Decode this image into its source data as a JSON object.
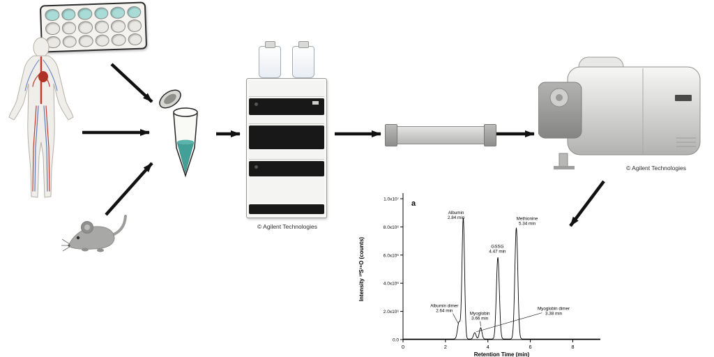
{
  "colors": {
    "arrow": "#111111",
    "tube_liquid": "#47a29a",
    "well_teal": "#a9dbd7",
    "instrument_gray": "#c9c9c7"
  },
  "captions": {
    "hplc": "© Agilent Technologies",
    "ms": "© Agilent Technologies"
  },
  "plate": {
    "rows": 3,
    "cols": 6,
    "teal_rows": 1
  },
  "chart_data": {
    "type": "line",
    "panel_label": "a",
    "title": "",
    "xlabel": "Retention Time (min)",
    "ylabel": "Intensity ³²S¹⁶O (counts)",
    "xlim": [
      0,
      9.3
    ],
    "ylim": [
      0,
      10000000
    ],
    "xticks": [
      0,
      2,
      4,
      6,
      8
    ],
    "ytick_values": [
      0,
      2000000,
      4000000,
      6000000,
      8000000,
      10000000
    ],
    "ytick_labels": [
      "0.0",
      "2.0x10⁶",
      "4.0x10⁶",
      "6.0x10⁶",
      "8.0x10⁶",
      "1.0x10⁷"
    ],
    "baseline": 40000,
    "grid": false,
    "legend": "none",
    "peaks": [
      {
        "name": "Albumin dimer",
        "rt": 2.64,
        "rt_label": "2.64 min",
        "intensity": 1200000,
        "sigma": 0.07,
        "label_x": 1.95,
        "label_y": 2300000,
        "pointer": {
          "x1": 2.35,
          "y1": 1850000,
          "x2": 2.6,
          "y2": 1150000
        }
      },
      {
        "name": "Albumin",
        "rt": 2.84,
        "rt_label": "2.84 min",
        "intensity": 8600000,
        "sigma": 0.06,
        "label_x": 2.5,
        "label_y": 8900000
      },
      {
        "name": "Myoglobin dimer",
        "rt": 3.38,
        "rt_label": "3.38 min",
        "intensity": 450000,
        "sigma": 0.06,
        "label_x": 7.1,
        "label_y": 2100000,
        "pointer": {
          "x1": 6.55,
          "y1": 1900000,
          "x2": 3.45,
          "y2": 550000
        }
      },
      {
        "name": "Myoglobin",
        "rt": 3.66,
        "rt_label": "3.66 min",
        "intensity": 800000,
        "sigma": 0.06,
        "label_x": 3.62,
        "label_y": 1750000,
        "pointer": {
          "x1": 3.64,
          "y1": 1300000,
          "x2": 3.66,
          "y2": 950000
        }
      },
      {
        "name": "GSSG",
        "rt": 4.47,
        "rt_label": "4.47 min",
        "intensity": 5800000,
        "sigma": 0.07,
        "label_x": 4.45,
        "label_y": 6500000
      },
      {
        "name": "Methionine",
        "rt": 5.34,
        "rt_label": "5.34 min",
        "intensity": 7900000,
        "sigma": 0.07,
        "label_x": 5.85,
        "label_y": 8500000
      }
    ]
  }
}
